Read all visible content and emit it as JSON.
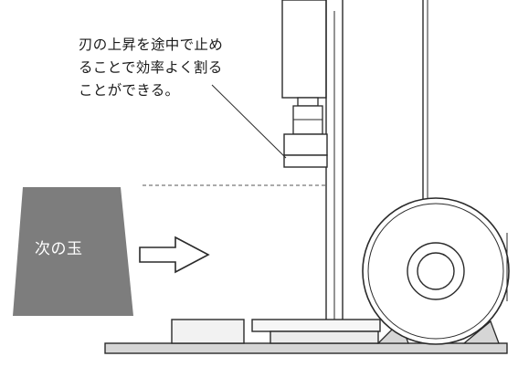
{
  "callout": {
    "lines": [
      "刃の上昇を途中で止め",
      "ることで効率よく割る",
      "ことができる。"
    ]
  },
  "next_block": {
    "label": "次の玉"
  },
  "colors": {
    "outline": "#2a2a2a",
    "block_fill": "#7d7d7d",
    "base_fill": "#d6d6d6",
    "light_fill": "#ececec",
    "dash": "#555555"
  },
  "icons": {
    "arrow": "right-arrow-icon"
  }
}
